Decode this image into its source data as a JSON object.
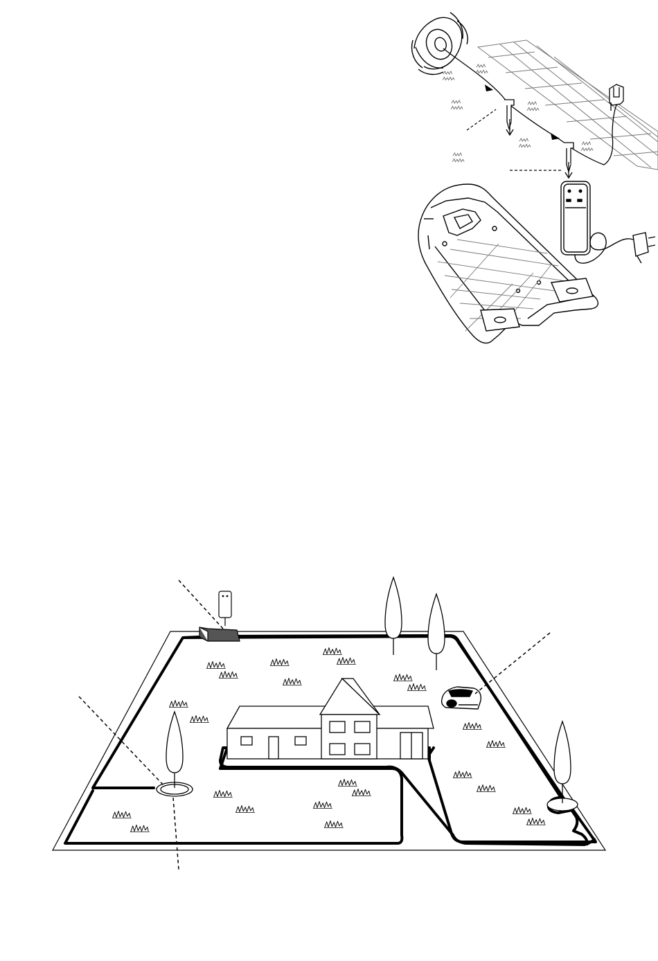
{
  "page": {
    "background": "#ffffff",
    "ink": "#000000",
    "light_ink": "#555555",
    "has_text": false
  },
  "installation_figure": {
    "items": [
      {
        "name": "wire-spool",
        "icon": "spool-in-hand-icon"
      },
      {
        "name": "boundary-wire",
        "icon": "wire-with-direction-arrows-icon"
      },
      {
        "name": "wire-peg",
        "icon": "peg-icon",
        "count": 2
      },
      {
        "name": "wire-connector",
        "icon": "connector-icon"
      },
      {
        "name": "power-supply",
        "icon": "power-supply-icon"
      },
      {
        "name": "charging-station",
        "icon": "charging-base-icon"
      },
      {
        "name": "grid-surface",
        "icon": "grid-icon"
      }
    ],
    "callout_lines": 2
  },
  "garden_figure": {
    "items": [
      {
        "name": "house",
        "icon": "house-icon"
      },
      {
        "name": "boundary-wire-loop",
        "icon": "wire-loop-icon"
      },
      {
        "name": "charging-station",
        "icon": "charging-station-icon"
      },
      {
        "name": "robotic-mower",
        "icon": "robot-mower-icon"
      },
      {
        "name": "tree-island",
        "icon": "tree-icon",
        "count": 2
      },
      {
        "name": "tree",
        "icon": "tree-icon",
        "count": 2
      },
      {
        "name": "grass-tuft",
        "icon": "grass-icon"
      }
    ],
    "callout_lines": 4
  }
}
